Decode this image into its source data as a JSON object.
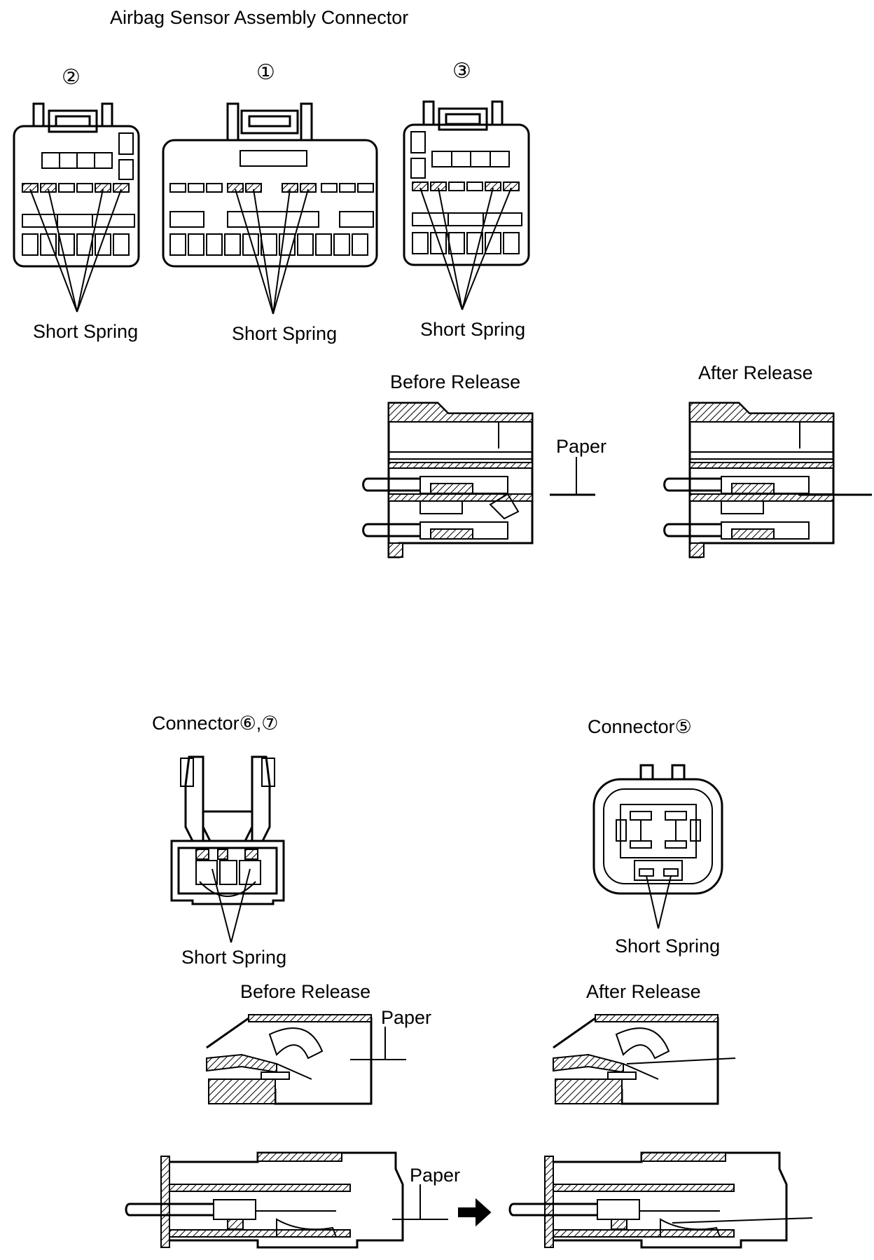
{
  "title": "Airbag Sensor Assembly Connector",
  "connector_numbers": {
    "c2": "②",
    "c1": "①",
    "c3": "③"
  },
  "labels": {
    "short_spring": "Short Spring",
    "before_release": "Before Release",
    "after_release": "After Release",
    "paper": "Paper",
    "connector_67": "Connector⑥,⑦",
    "connector_5": "Connector⑤"
  },
  "colors": {
    "line": "#000000",
    "background": "#ffffff"
  }
}
